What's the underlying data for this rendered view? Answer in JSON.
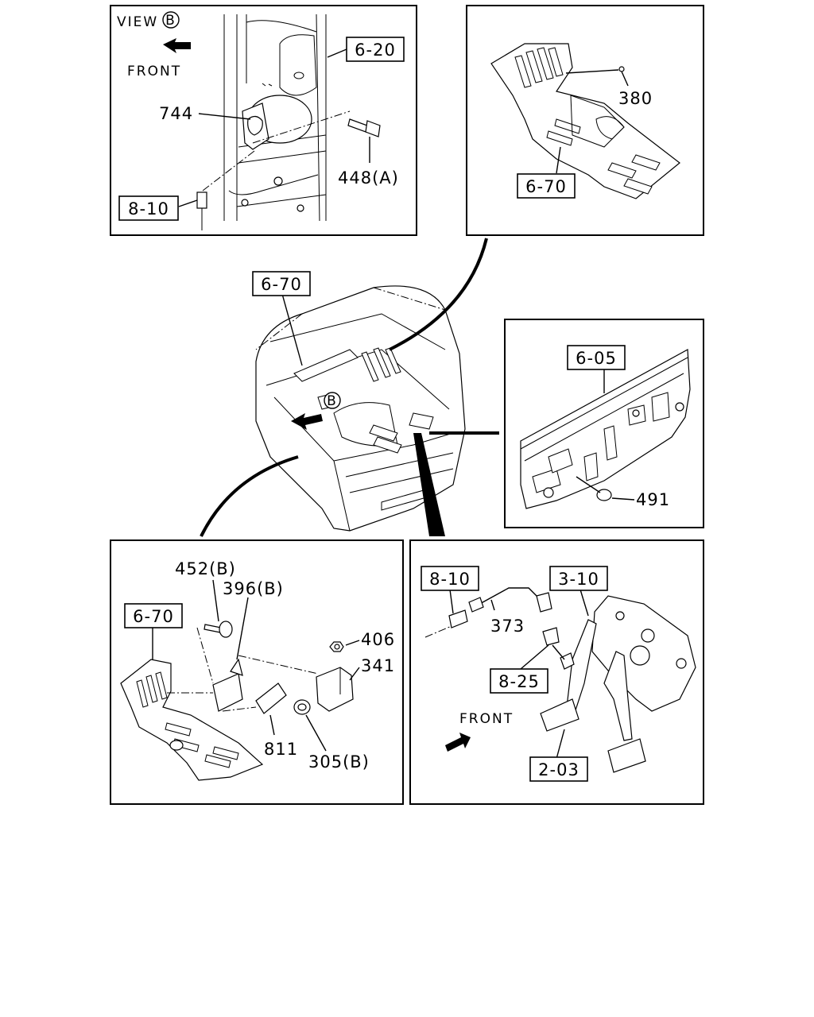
{
  "view_label": "VIEW",
  "view_circle_letter": "B",
  "cab_circle_letter": "B",
  "front_label_view": "FRONT",
  "front_label_pedal": "FRONT",
  "refs": {
    "r620": "6-20",
    "r810_top": "8-10",
    "r670_top": "6-70",
    "r670_mid": "6-70",
    "r605": "6-05",
    "r670_bl": "6-70",
    "r810_br": "8-10",
    "r310": "3-10",
    "r825": "8-25",
    "r203": "2-03"
  },
  "parts": {
    "p744": "744",
    "p448a": "448(A)",
    "p380": "380",
    "p491": "491",
    "p452b": "452(B)",
    "p396b": "396(B)",
    "p406": "406",
    "p341": "341",
    "p811": "811",
    "p305b": "305(B)",
    "p373": "373"
  }
}
